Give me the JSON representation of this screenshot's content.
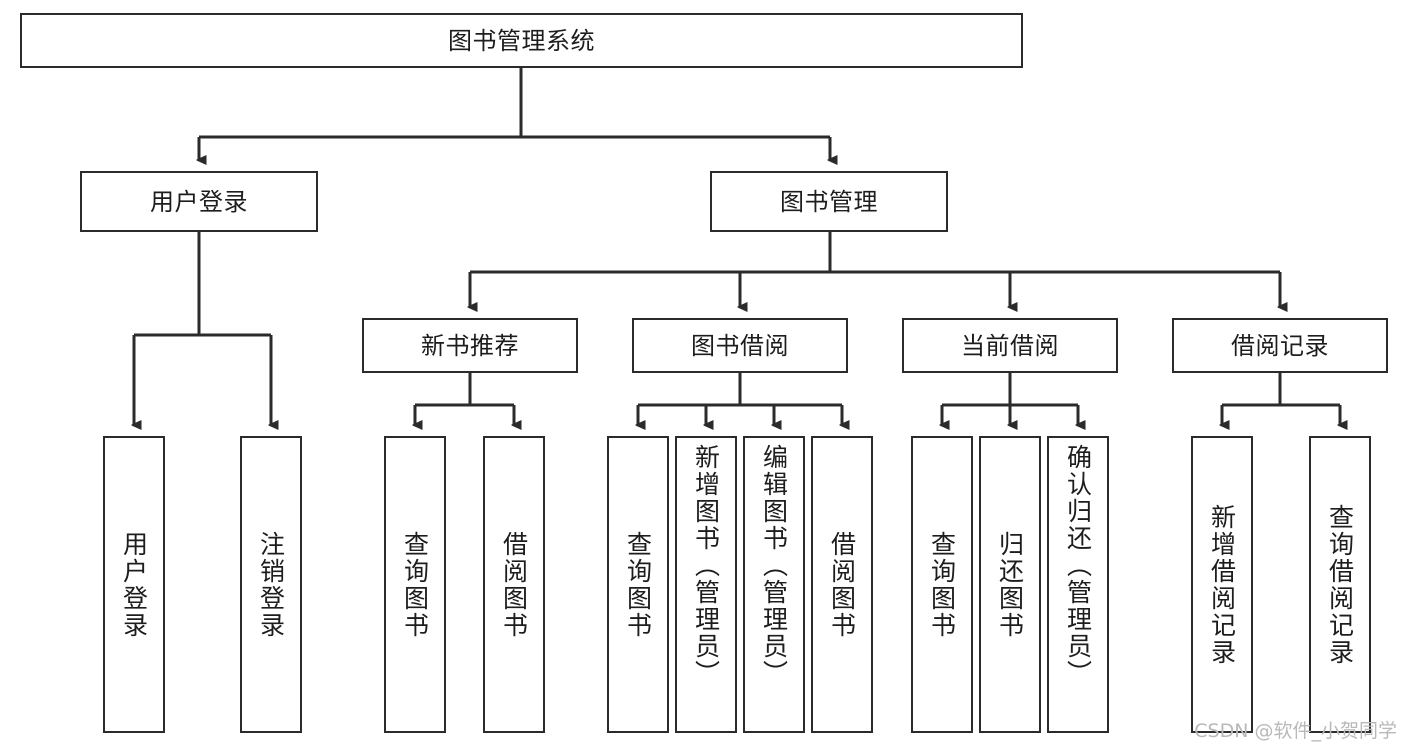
{
  "diagram": {
    "title": "图书管理系统",
    "type": "hierarchy-tree",
    "root": {
      "label": "图书管理系统"
    },
    "level2": [
      {
        "label": "用户登录"
      },
      {
        "label": "图书管理"
      }
    ],
    "level3": [
      {
        "label": "新书推荐"
      },
      {
        "label": "图书借阅"
      },
      {
        "label": "当前借阅"
      },
      {
        "label": "借阅记录"
      }
    ],
    "leaves": {
      "user_login": [
        {
          "label": "用户登录"
        },
        {
          "label": "注销登录"
        }
      ],
      "new_book_recommend": [
        {
          "label": "查询图书"
        },
        {
          "label": "借阅图书"
        }
      ],
      "book_borrow": [
        {
          "label": "查询图书"
        },
        {
          "label": "新增图书（管理员）"
        },
        {
          "label": "编辑图书（管理员）"
        },
        {
          "label": "借阅图书"
        }
      ],
      "current_borrow": [
        {
          "label": "查询图书"
        },
        {
          "label": "归还图书"
        },
        {
          "label": "确认归还（管理员）"
        }
      ],
      "borrow_record": [
        {
          "label": "新增借阅记录"
        },
        {
          "label": "查询借阅记录"
        }
      ]
    }
  },
  "watermark": {
    "text": "CSDN @软件_小贺同学"
  },
  "colors": {
    "stroke": "#2b2b2b",
    "fill": "#ffffff",
    "text": "#1d1d1d",
    "watermark": "#b9b9b9"
  }
}
